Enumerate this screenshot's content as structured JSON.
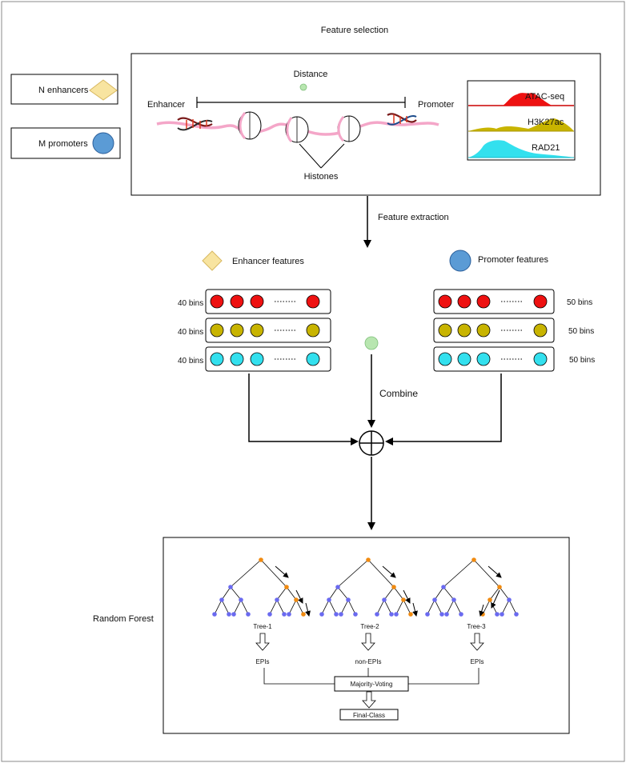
{
  "title": "Feature selection",
  "legend": {
    "enhancers_label": "N enhancers",
    "promoters_label": "M promoters"
  },
  "genome_panel": {
    "distance_label": "Distance",
    "enhancer_label": "Enhancer",
    "promoter_label": "Promoter",
    "histones_label": "Histones",
    "tracks": [
      {
        "name": "ATAC-seq",
        "color": "#ee1111"
      },
      {
        "name": "H3K27ac",
        "color": "#c8b400"
      },
      {
        "name": "RAD21",
        "color": "#33e0ee"
      }
    ]
  },
  "feature_extraction_label": "Feature extraction",
  "enhancer_features": {
    "label": "Enhancer features",
    "rows": [
      {
        "bins": "40 bins",
        "color": "#ee1111"
      },
      {
        "bins": "40 bins",
        "color": "#c8b400"
      },
      {
        "bins": "40 bins",
        "color": "#33e0ee"
      }
    ]
  },
  "promoter_features": {
    "label": "Promoter features",
    "rows": [
      {
        "bins": "50 bins",
        "color": "#ee1111"
      },
      {
        "bins": "50 bins",
        "color": "#c8b400"
      },
      {
        "bins": "50 bins",
        "color": "#33e0ee"
      }
    ]
  },
  "combine_label": "Combine",
  "random_forest": {
    "label": "Random Forest",
    "trees": [
      {
        "name": "Tree-1",
        "vote": "EPIs"
      },
      {
        "name": "Tree-2",
        "vote": "non-EPIs"
      },
      {
        "name": "Tree-3",
        "vote": "EPIs"
      }
    ],
    "majority_label": "Majority-Voting",
    "final_label": "Final-Class",
    "node_color": "#6a6af0",
    "path_color": "#f08a10"
  },
  "colors": {
    "enhancer_diamond": "#f8e4a0",
    "promoter_circle": "#5b9bd5",
    "distance_dot": "#b8e6b0"
  }
}
